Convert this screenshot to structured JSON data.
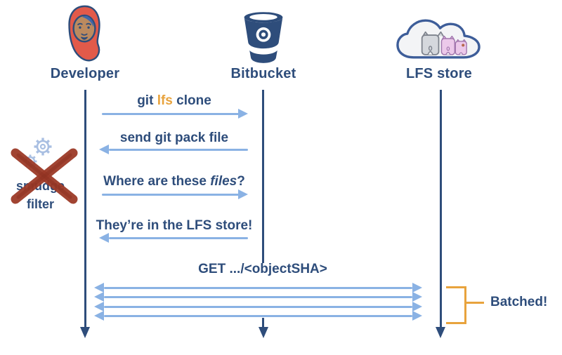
{
  "actors": {
    "developer": {
      "label": "Developer",
      "icon": "developer-avatar-icon"
    },
    "bitbucket": {
      "label": "Bitbucket",
      "icon": "bitbucket-bucket-icon"
    },
    "lfs_store": {
      "label": "LFS store",
      "icon": "lfs-store-cloud-icon"
    }
  },
  "messages": {
    "git_lfs_clone": {
      "part1": "git ",
      "part2": "lfs",
      "part3": " clone",
      "direction": "developer-to-bitbucket"
    },
    "send_git_pack_file": {
      "text": "send git pack file",
      "direction": "bitbucket-to-developer"
    },
    "where_are_these_files": {
      "part1": "Where are these ",
      "part2": "files",
      "part3": "?",
      "direction": "developer-to-bitbucket"
    },
    "theyre_in_lfs_store": {
      "text": "They’re in the LFS store!",
      "direction": "bitbucket-to-developer"
    },
    "get_object_sha": {
      "text": "GET .../<objectSHA>",
      "direction": "developer-and-lfs-store-bidirectional",
      "arrow_count": 4
    }
  },
  "annotations": {
    "smudge_filter": {
      "line1": "smudge",
      "line2": "filter",
      "crossed_out": true,
      "icon": "gears-icon",
      "cross_icon": "red-x-icon"
    },
    "batched": {
      "label": "Batched!"
    }
  },
  "colors": {
    "navy": "#2e4d7b",
    "arrow_blue": "#8ab2e4",
    "orange": "#e8a33d",
    "cross_red": "#9c3a28",
    "gear_blue": "#a9bfe2",
    "hijab_red": "#e25a4a",
    "skin": "#bb8a5f",
    "cloud_fill": "#f3f4f6",
    "elephant_gray": "#d5d8dd",
    "elephant_pink": "#ecc9ea"
  }
}
